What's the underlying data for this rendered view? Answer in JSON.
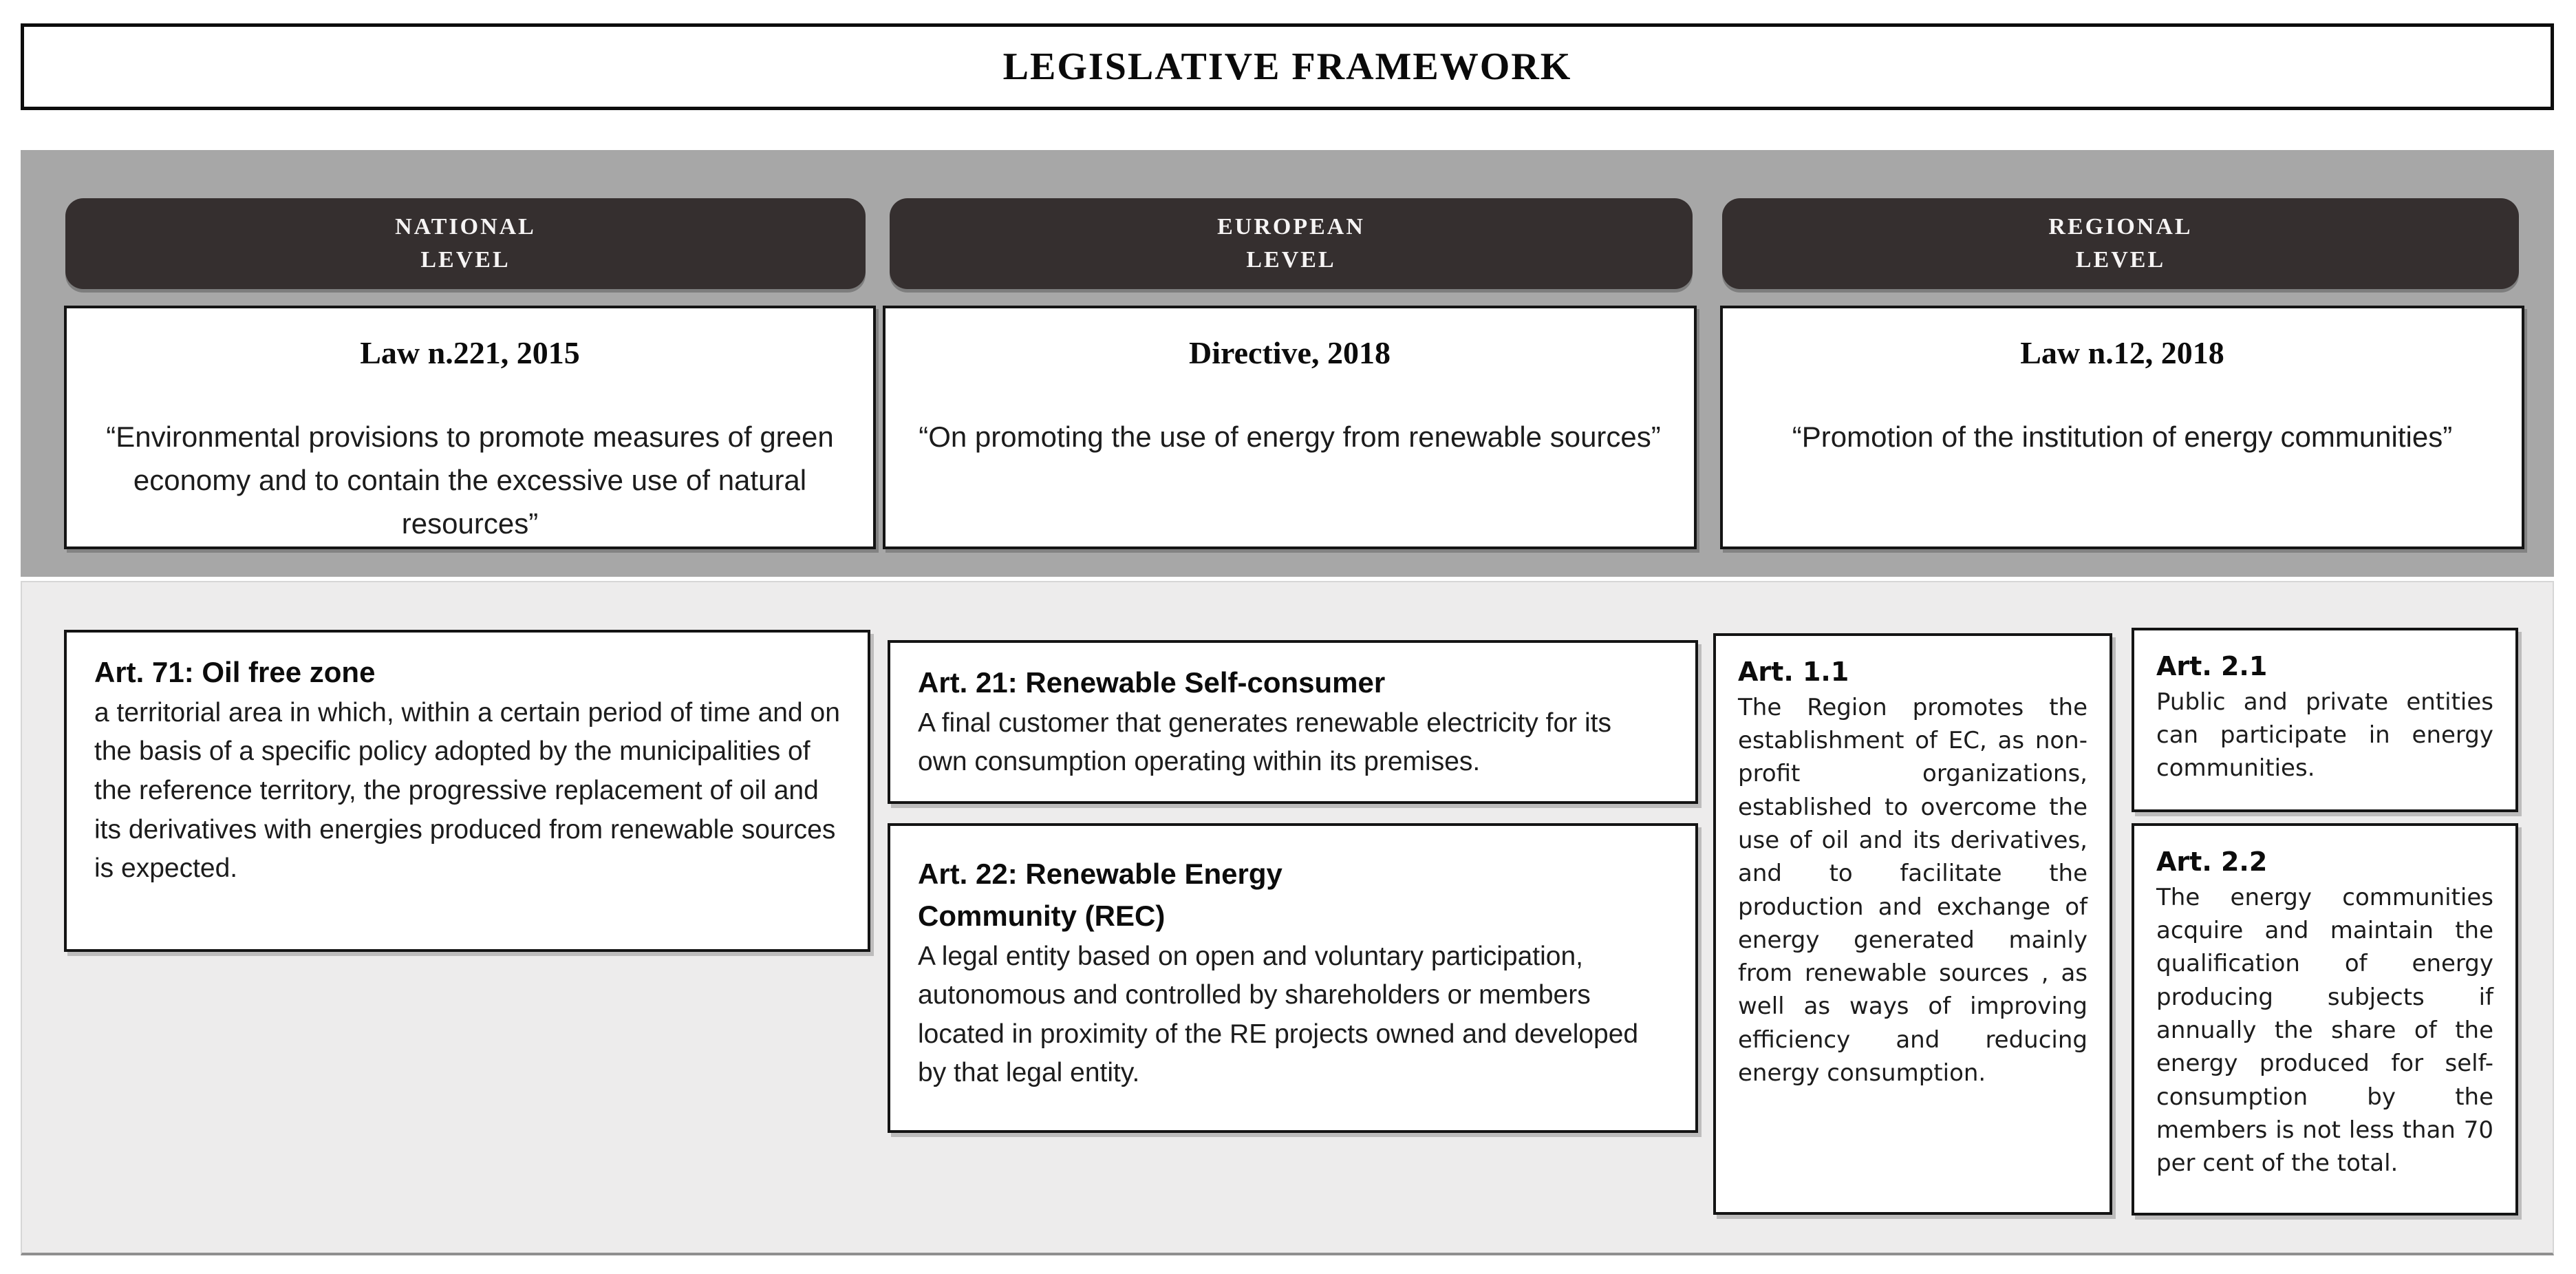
{
  "title": "LEGISLATIVE FRAMEWORK",
  "colors": {
    "band_dark": "#a7a7a7",
    "band_light": "#edecec",
    "header_bg": "#352f2f",
    "header_text": "#f6f4f4",
    "box_border": "#141414",
    "text": "#1c1c1c"
  },
  "columns": [
    {
      "level": {
        "line1": "NATIONAL",
        "line2": "LEVEL"
      },
      "law": {
        "name": "Law n.221, 2015",
        "quote": "“Environmental provisions to promote measures of green economy and to contain the excessive use of natural resources”"
      },
      "articles": [
        {
          "heading": "Art. 71: Oil free zone",
          "body": "a territorial area in which, within a certain period of time and on the basis of a specific policy adopted by the municipalities of the reference territory, the progressive replacement of oil and its derivatives with energies produced from renewable sources is expected."
        }
      ]
    },
    {
      "level": {
        "line1": "EUROPEAN",
        "line2": "LEVEL"
      },
      "law": {
        "name": "Directive, 2018",
        "quote": "“On promoting the use of energy from renewable sources”"
      },
      "articles": [
        {
          "heading": "Art. 21: Renewable Self-consumer",
          "body": "A final customer that generates renewable electricity for its own consumption operating within its premises."
        },
        {
          "heading": "Art. 22: Renewable Energy",
          "heading2": "Community (REC)",
          "body": "A legal entity based on open and voluntary participation, autonomous and controlled by shareholders or members located in proximity of the RE projects owned and developed by that legal entity."
        }
      ]
    },
    {
      "level": {
        "line1": "REGIONAL",
        "line2": "LEVEL"
      },
      "law": {
        "name": "Law n.12, 2018",
        "quote": "“Promotion of the institution of energy communities”"
      },
      "articles": [
        {
          "heading": "Art. 1.1",
          "body": "The Region promotes the establishment of EC, as non-profit organizations, established to overcome the use of oil and its derivatives, and to facilitate the production and exchange of energy generated mainly from renewable sources , as well as ways of improving efficiency and reducing energy consumption."
        },
        {
          "heading": "Art. 2.1",
          "body": "Public and private entities can participate in energy communities."
        },
        {
          "heading": "Art. 2.2",
          "body": "The energy communities acquire and maintain the qualification of energy producing subjects if annually the share of the energy produced for self-consumption by the members is not less than 70 per cent of the total."
        }
      ]
    }
  ]
}
